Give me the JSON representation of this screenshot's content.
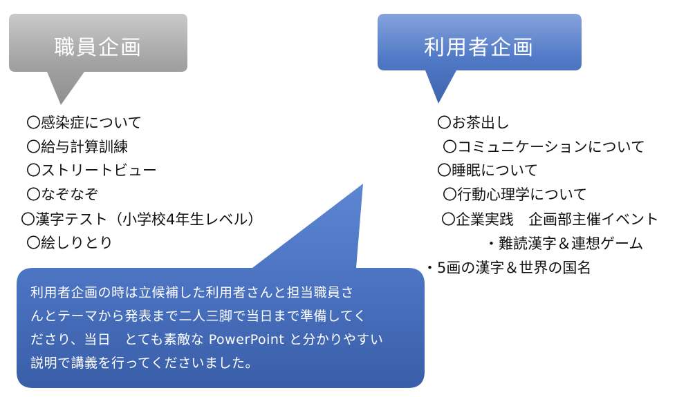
{
  "staff": {
    "title": "職員企画",
    "items": [
      "〇感染症について",
      "〇給与計算訓練",
      "〇ストリートビュー",
      "〇なぞなぞ",
      "〇漢字テスト（小学校4年生レベル）",
      "〇絵しりとり"
    ]
  },
  "user": {
    "title": "利用者企画",
    "items": [
      "〇お茶出し",
      "〇コミュニケーションについて",
      "〇睡眠について",
      "〇行動心理学について",
      "〇企業実践　企画部主催イベント",
      "・難読漢字＆連想ゲーム",
      "・5画の漢字＆世界の国名"
    ]
  },
  "comment": {
    "lines": [
      "利用者企画の時は立候補した利用者さんと担当職員さ",
      "んとテーマから発表まで二人三脚で当日まで準備してく",
      "ださり、当日　とても素敵な PowerPoint と分かりやすい",
      "説明で講義を行ってくださいました。"
    ]
  },
  "colors": {
    "staff_bubble": "#9a9a9a",
    "user_bubble": "#4a6fb8",
    "comment_bubble": "#4a6fb8"
  }
}
